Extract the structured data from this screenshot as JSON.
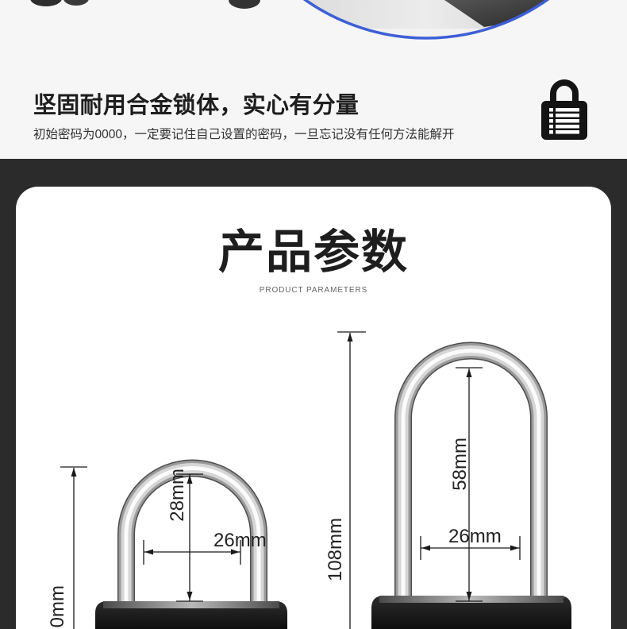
{
  "feature": {
    "title": "坚固耐用合金锁体，实心有分量",
    "subtitle": "初始密码为0000，一定要记住自己设置的密码，一旦忘记没有任何方法能解开",
    "icon": "padlock-list-icon"
  },
  "params": {
    "title": "产品参数",
    "subtitle_en": "PRODUCT PARAMETERS"
  },
  "small_lock": {
    "height_label": "0mm",
    "shackle_height_label": "28mm",
    "shackle_width_label": "26mm"
  },
  "large_lock": {
    "height_label": "108mm",
    "shackle_height_label": "58mm",
    "shackle_width_label": "26mm"
  },
  "colors": {
    "detail_circle_border": "#3d5fd6",
    "dark_band": "#2b2b2b",
    "card": "#ffffff",
    "lock_body": "#141414"
  }
}
